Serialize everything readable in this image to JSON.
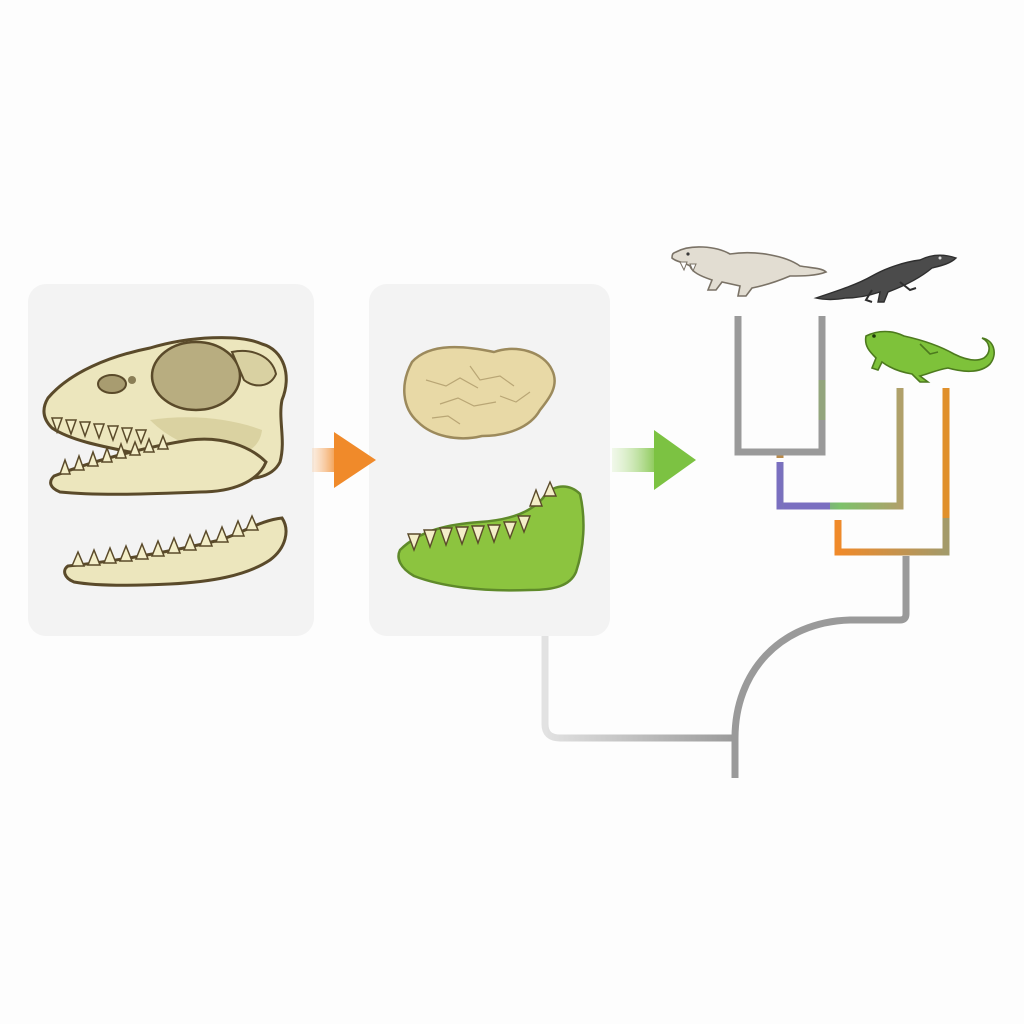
{
  "diagram": {
    "panels": [
      {
        "name": "fossil-skull-panel",
        "content": "complete-skull-and-jaw"
      },
      {
        "name": "fossil-fragments-panel",
        "content": "bone-fragment-and-highlighted-jaw"
      }
    ],
    "arrows": [
      {
        "name": "arrow-skull-to-fragments",
        "color": "#f08a2a"
      },
      {
        "name": "arrow-fragments-to-tree",
        "color": "#7cc242"
      }
    ],
    "tree": {
      "taxa": [
        "stem-synapsid-icon",
        "dark-lizard-icon",
        "green-lizard-icon"
      ]
    },
    "colors": {
      "bone": "#ece6bd",
      "bone_shadow": "#c9c08e",
      "outline": "#5a4a2a",
      "tooth": "#f3eec8",
      "highlight_green": "#8cc43f",
      "fragment": "#e8d9a6",
      "branch_gray": "#9a9a9a",
      "branch_orange": "#f08a2a",
      "branch_purple": "#7a6fc0",
      "branch_green": "#7cc26a",
      "lizard_green": "#7ec23a",
      "lizard_dark": "#4b4b4b",
      "synapsid": "#e2ddd2"
    }
  }
}
